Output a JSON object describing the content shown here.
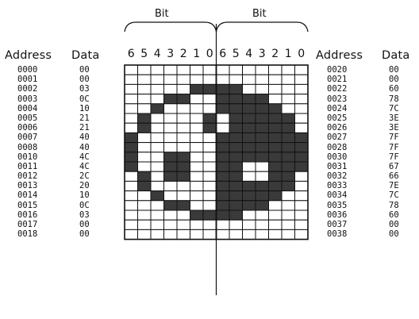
{
  "headers": {
    "address_left": "Address",
    "data_left": "Data",
    "address_right": "Address",
    "data_right": "Data",
    "bit_left": "Bit",
    "bit_right": "Bit"
  },
  "bit_numbers_left": [
    "6",
    "5",
    "4",
    "3",
    "2",
    "1",
    "0"
  ],
  "bit_numbers_right": [
    "6",
    "5",
    "4",
    "3",
    "2",
    "1",
    "0"
  ],
  "left_rows": [
    {
      "address": "0000",
      "data": "00"
    },
    {
      "address": "0001",
      "data": "00"
    },
    {
      "address": "0002",
      "data": "03"
    },
    {
      "address": "0003",
      "data": "0C"
    },
    {
      "address": "0004",
      "data": "10"
    },
    {
      "address": "0005",
      "data": "21"
    },
    {
      "address": "0006",
      "data": "21"
    },
    {
      "address": "0007",
      "data": "40"
    },
    {
      "address": "0008",
      "data": "40"
    },
    {
      "address": "0010",
      "data": "4C"
    },
    {
      "address": "0011",
      "data": "4C"
    },
    {
      "address": "0012",
      "data": "2C"
    },
    {
      "address": "0013",
      "data": "20"
    },
    {
      "address": "0014",
      "data": "10"
    },
    {
      "address": "0015",
      "data": "0C"
    },
    {
      "address": "0016",
      "data": "03"
    },
    {
      "address": "0017",
      "data": "00"
    },
    {
      "address": "0018",
      "data": "00"
    }
  ],
  "right_rows": [
    {
      "address": "0020",
      "data": "00"
    },
    {
      "address": "0021",
      "data": "00"
    },
    {
      "address": "0022",
      "data": "60"
    },
    {
      "address": "0023",
      "data": "78"
    },
    {
      "address": "0024",
      "data": "7C"
    },
    {
      "address": "0025",
      "data": "3E"
    },
    {
      "address": "0026",
      "data": "3E"
    },
    {
      "address": "0027",
      "data": "7F"
    },
    {
      "address": "0028",
      "data": "7F"
    },
    {
      "address": "0030",
      "data": "7F"
    },
    {
      "address": "0031",
      "data": "67"
    },
    {
      "address": "0032",
      "data": "66"
    },
    {
      "address": "0033",
      "data": "7E"
    },
    {
      "address": "0034",
      "data": "7C"
    },
    {
      "address": "0035",
      "data": "78"
    },
    {
      "address": "0036",
      "data": "60"
    },
    {
      "address": "0037",
      "data": "00"
    },
    {
      "address": "0038",
      "data": "00"
    }
  ],
  "colors": {
    "filled": "#3a3a3a",
    "empty": "#ffffff",
    "line": "#111111"
  }
}
